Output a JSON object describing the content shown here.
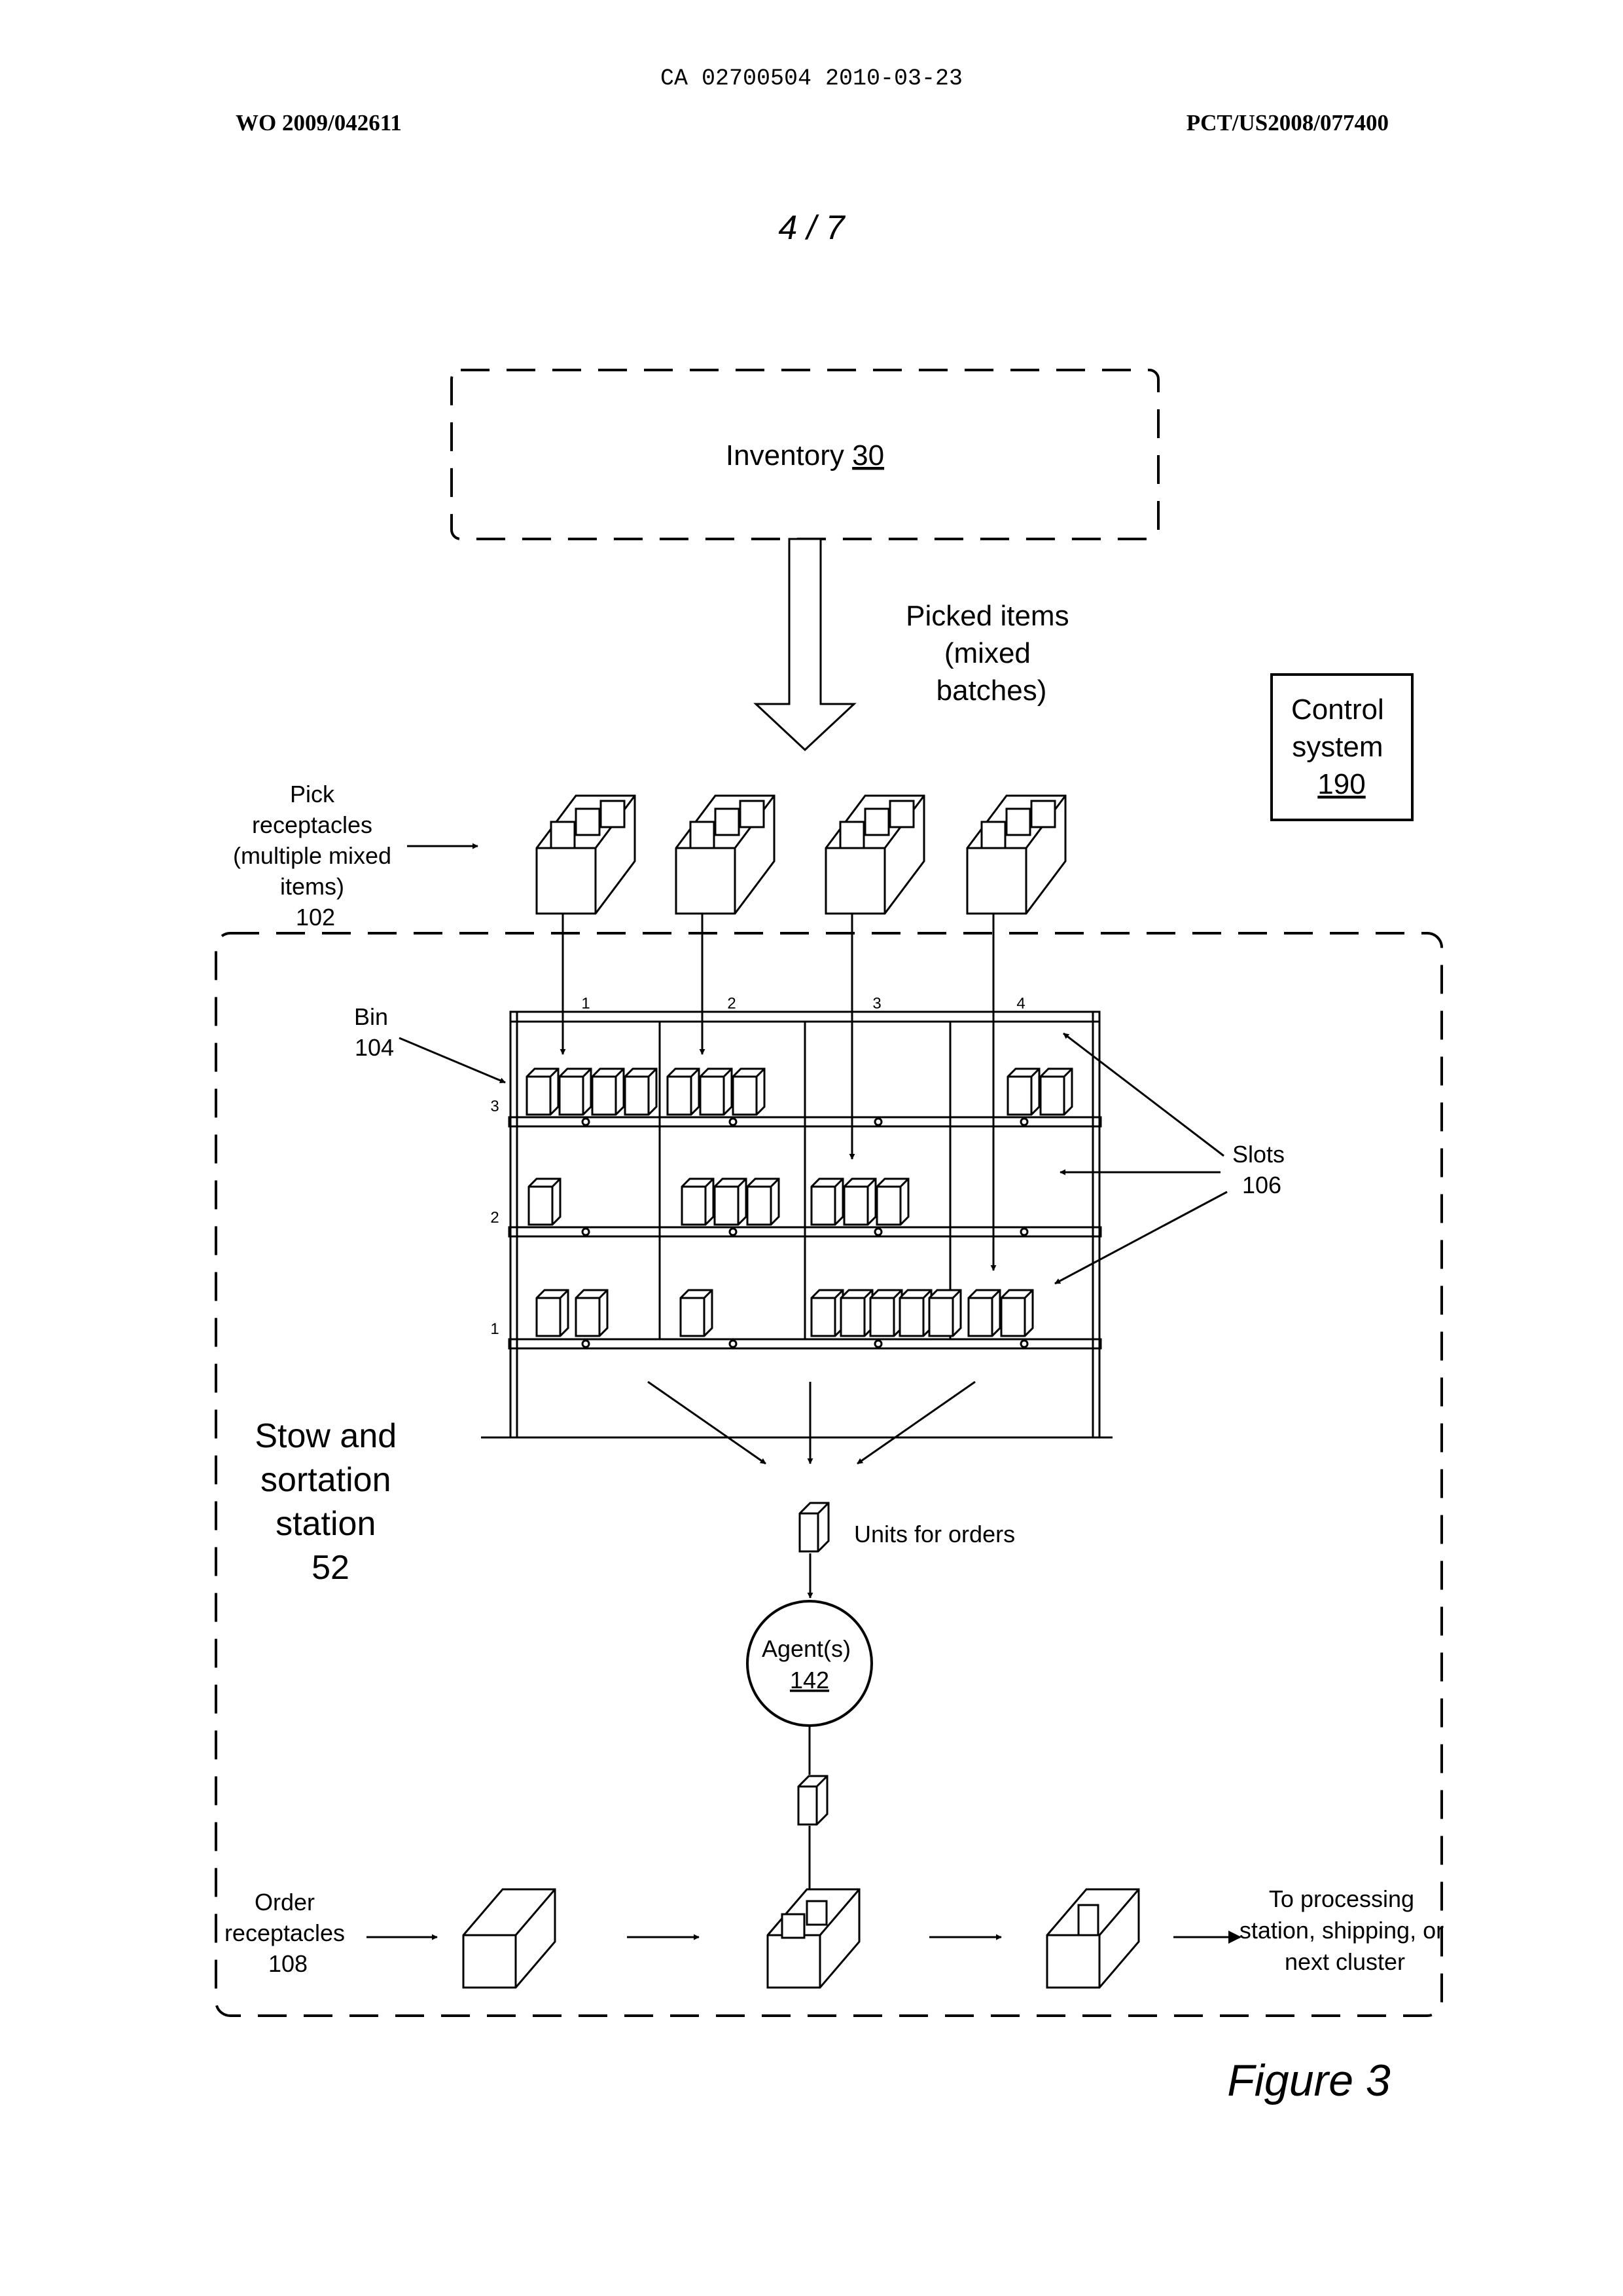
{
  "header": {
    "center": "CA 02700504 2010-03-23",
    "left": "WO 2009/042611",
    "right": "PCT/US2008/077400"
  },
  "sheet_number": "4 / 7",
  "figure_label": "Figure 3",
  "inventory": {
    "label": "Inventory",
    "ref": "30"
  },
  "picked_items": [
    "Picked items",
    "(mixed",
    "batches)"
  ],
  "control_system": {
    "lines": [
      "Control",
      "system"
    ],
    "ref": "190"
  },
  "pick_receptacles": {
    "lines": [
      "Pick",
      "receptacles",
      "(multiple mixed",
      "items)"
    ],
    "ref": "102"
  },
  "bin": {
    "label": "Bin",
    "ref": "104"
  },
  "slots": {
    "label": "Slots",
    "ref": "106"
  },
  "columns": [
    "1",
    "2",
    "3",
    "4"
  ],
  "rows": [
    "3",
    "2",
    "1"
  ],
  "station": {
    "lines": [
      "Stow and",
      "sortation",
      "station"
    ],
    "ref": "52"
  },
  "units_for_orders": "Units for orders",
  "agent": {
    "label": "Agent(s)",
    "ref": "142"
  },
  "order_receptacles": {
    "lines": [
      "Order",
      "receptacles"
    ],
    "ref": "108"
  },
  "destination": [
    "To processing",
    "station, shipping, or",
    "next cluster"
  ]
}
